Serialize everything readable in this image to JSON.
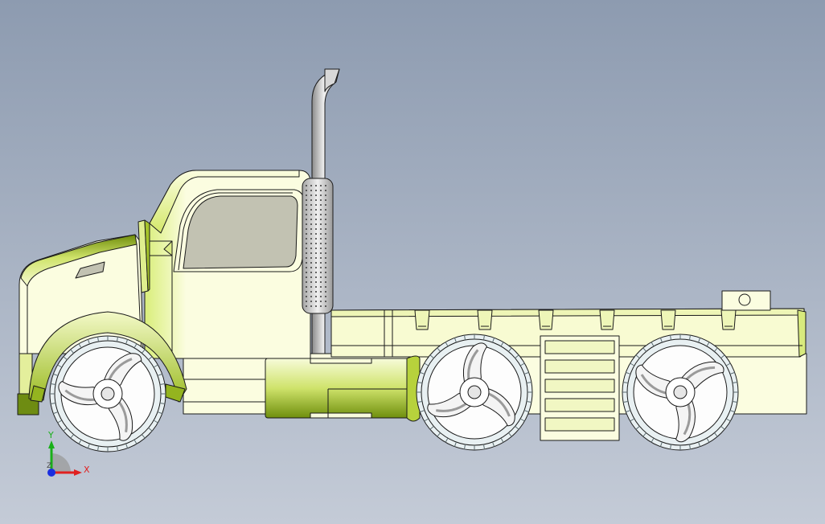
{
  "viewport": {
    "background_top": "#8d9bb0",
    "background_bottom": "#c4cbd7"
  },
  "model": {
    "body_light": "#fbfde0",
    "body_mid": "#e6f39a",
    "body_dark": "#7c9d10",
    "window_fill": "#c2c2b2",
    "metal_light": "#ededed",
    "metal_dark": "#8f8f8f",
    "tire_fill": "#e8f0f2",
    "outline": "#1a1a1a"
  },
  "triad": {
    "y_label": "Y",
    "x_label": "X",
    "z_label": "Z",
    "y_color": "#19b019",
    "x_color": "#e02020",
    "z_color": "#1a2ee0"
  }
}
